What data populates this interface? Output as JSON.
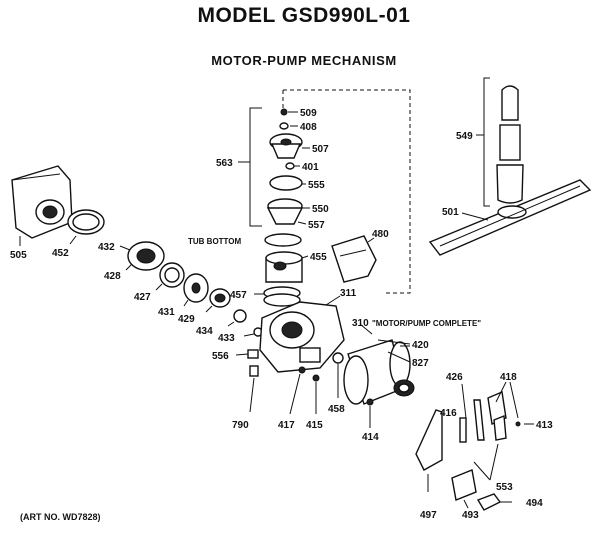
{
  "header": {
    "model": "MODEL GSD990L-01",
    "section": "MOTOR-PUMP MECHANISM"
  },
  "footer": {
    "art_no": "(ART NO. WD7828)"
  },
  "callouts": {
    "p509": "509",
    "p408": "408",
    "p507": "507",
    "p401": "401",
    "p555": "555",
    "p550": "550",
    "p557": "557",
    "p563": "563",
    "p549": "549",
    "p501": "501",
    "p505": "505",
    "p452": "452",
    "p432": "432",
    "p428": "428",
    "p427": "427",
    "p431": "431",
    "p429": "429",
    "p434": "434",
    "p433": "433",
    "p556": "556",
    "p457": "457",
    "p455": "455",
    "p480": "480",
    "p311": "311",
    "p310": "310",
    "p310_desc": "\"MOTOR/PUMP COMPLETE\"",
    "p420": "420",
    "p827": "827",
    "p458": "458",
    "p414": "414",
    "p415": "415",
    "p417": "417",
    "p790": "790",
    "p426": "426",
    "p418": "418",
    "p413": "413",
    "p416": "416",
    "p553": "553",
    "p494": "494",
    "p497": "497",
    "p493": "493",
    "tub_bottom": "TUB BOTTOM"
  }
}
